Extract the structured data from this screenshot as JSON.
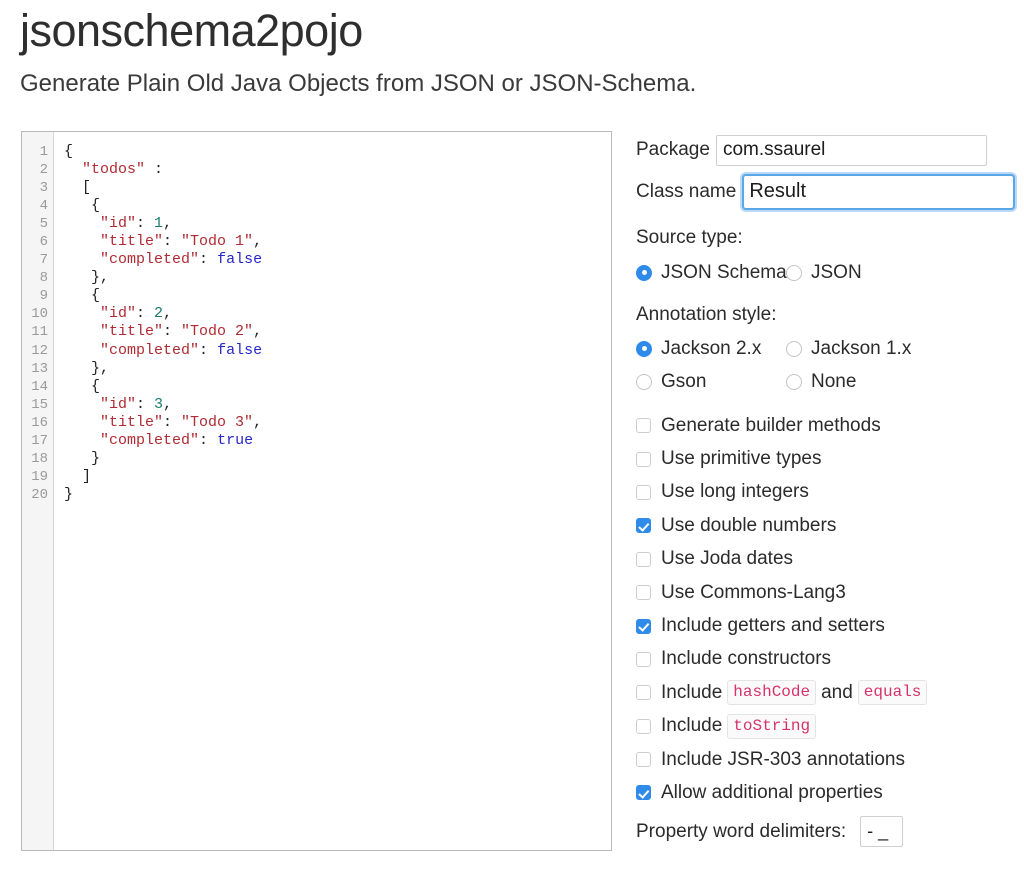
{
  "header": {
    "title": "jsonschema2pojo",
    "subtitle": "Generate Plain Old Java Objects from JSON or JSON-Schema."
  },
  "editor": {
    "language": "json",
    "line_numbers": [
      "1",
      "2",
      "3",
      "4",
      "5",
      "6",
      "7",
      "8",
      "9",
      "10",
      "11",
      "12",
      "13",
      "14",
      "15",
      "16",
      "17",
      "18",
      "19",
      "20"
    ],
    "lines": [
      [
        {
          "t": "punc",
          "v": "{"
        }
      ],
      [
        {
          "t": "punc",
          "v": "  "
        },
        {
          "t": "key",
          "v": "\"todos\""
        },
        {
          "t": "punc",
          "v": " :"
        }
      ],
      [
        {
          "t": "punc",
          "v": "  ["
        }
      ],
      [
        {
          "t": "punc",
          "v": "   {"
        }
      ],
      [
        {
          "t": "punc",
          "v": "    "
        },
        {
          "t": "key",
          "v": "\"id\""
        },
        {
          "t": "punc",
          "v": ": "
        },
        {
          "t": "num",
          "v": "1"
        },
        {
          "t": "punc",
          "v": ","
        }
      ],
      [
        {
          "t": "punc",
          "v": "    "
        },
        {
          "t": "key",
          "v": "\"title\""
        },
        {
          "t": "punc",
          "v": ": "
        },
        {
          "t": "str",
          "v": "\"Todo 1\""
        },
        {
          "t": "punc",
          "v": ","
        }
      ],
      [
        {
          "t": "punc",
          "v": "    "
        },
        {
          "t": "key",
          "v": "\"completed\""
        },
        {
          "t": "punc",
          "v": ": "
        },
        {
          "t": "bool",
          "v": "false"
        }
      ],
      [
        {
          "t": "punc",
          "v": "   },"
        }
      ],
      [
        {
          "t": "punc",
          "v": "   {"
        }
      ],
      [
        {
          "t": "punc",
          "v": "    "
        },
        {
          "t": "key",
          "v": "\"id\""
        },
        {
          "t": "punc",
          "v": ": "
        },
        {
          "t": "num",
          "v": "2"
        },
        {
          "t": "punc",
          "v": ","
        }
      ],
      [
        {
          "t": "punc",
          "v": "    "
        },
        {
          "t": "key",
          "v": "\"title\""
        },
        {
          "t": "punc",
          "v": ": "
        },
        {
          "t": "str",
          "v": "\"Todo 2\""
        },
        {
          "t": "punc",
          "v": ","
        }
      ],
      [
        {
          "t": "punc",
          "v": "    "
        },
        {
          "t": "key",
          "v": "\"completed\""
        },
        {
          "t": "punc",
          "v": ": "
        },
        {
          "t": "bool",
          "v": "false"
        }
      ],
      [
        {
          "t": "punc",
          "v": "   },"
        }
      ],
      [
        {
          "t": "punc",
          "v": "   {"
        }
      ],
      [
        {
          "t": "punc",
          "v": "    "
        },
        {
          "t": "key",
          "v": "\"id\""
        },
        {
          "t": "punc",
          "v": ": "
        },
        {
          "t": "num",
          "v": "3"
        },
        {
          "t": "punc",
          "v": ","
        }
      ],
      [
        {
          "t": "punc",
          "v": "    "
        },
        {
          "t": "key",
          "v": "\"title\""
        },
        {
          "t": "punc",
          "v": ": "
        },
        {
          "t": "str",
          "v": "\"Todo 3\""
        },
        {
          "t": "punc",
          "v": ","
        }
      ],
      [
        {
          "t": "punc",
          "v": "    "
        },
        {
          "t": "key",
          "v": "\"completed\""
        },
        {
          "t": "punc",
          "v": ": "
        },
        {
          "t": "bool",
          "v": "true"
        }
      ],
      [
        {
          "t": "punc",
          "v": "   }"
        }
      ],
      [
        {
          "t": "punc",
          "v": "  ]"
        }
      ],
      [
        {
          "t": "punc",
          "v": "}"
        }
      ]
    ]
  },
  "form": {
    "package": {
      "label": "Package",
      "value": "com.ssaurel",
      "placeholder": ""
    },
    "class_name": {
      "label": "Class name",
      "value": "Result",
      "placeholder": "",
      "focused": true
    },
    "source_type": {
      "label": "Source type:",
      "selected": "JSON Schema",
      "options": [
        {
          "label": "JSON Schema",
          "checked": true
        },
        {
          "label": "JSON",
          "checked": false
        }
      ]
    },
    "annotation_style": {
      "label": "Annotation style:",
      "selected": "Jackson 2.x",
      "options": [
        {
          "label": "Jackson 2.x",
          "checked": true
        },
        {
          "label": "Jackson 1.x",
          "checked": false
        },
        {
          "label": "Gson",
          "checked": false
        },
        {
          "label": "None",
          "checked": false
        }
      ]
    },
    "checkboxes": [
      {
        "label": "Generate builder methods",
        "checked": false
      },
      {
        "label": "Use primitive types",
        "checked": false
      },
      {
        "label": "Use long integers",
        "checked": false
      },
      {
        "label": "Use double numbers",
        "checked": true
      },
      {
        "label": "Use Joda dates",
        "checked": false
      },
      {
        "label": "Use Commons-Lang3",
        "checked": false
      },
      {
        "label": "Include getters and setters",
        "checked": true
      },
      {
        "label": "Include constructors",
        "checked": false
      },
      {
        "label": "Include",
        "checked": false,
        "code1": "hashCode",
        "mid": "and",
        "code2": "equals"
      },
      {
        "label": "Include",
        "checked": false,
        "code1": "toString"
      },
      {
        "label": "Include JSR-303 annotations",
        "checked": false
      },
      {
        "label": "Allow additional properties",
        "checked": true
      }
    ],
    "delimiters": {
      "label": "Property word delimiters:",
      "value": "- _",
      "placeholder": ""
    }
  },
  "colors": {
    "accent": "#2f8bea",
    "focus_ring": "#5aa7e8",
    "code_key": "#b02b33",
    "code_string": "#b02b33",
    "code_number": "#1b7f6a",
    "code_boolean": "#2727c8",
    "inline_code_text": "#d6336c",
    "gutter_bg": "#f5f5f5",
    "panel_border": "#b9b9b9"
  }
}
